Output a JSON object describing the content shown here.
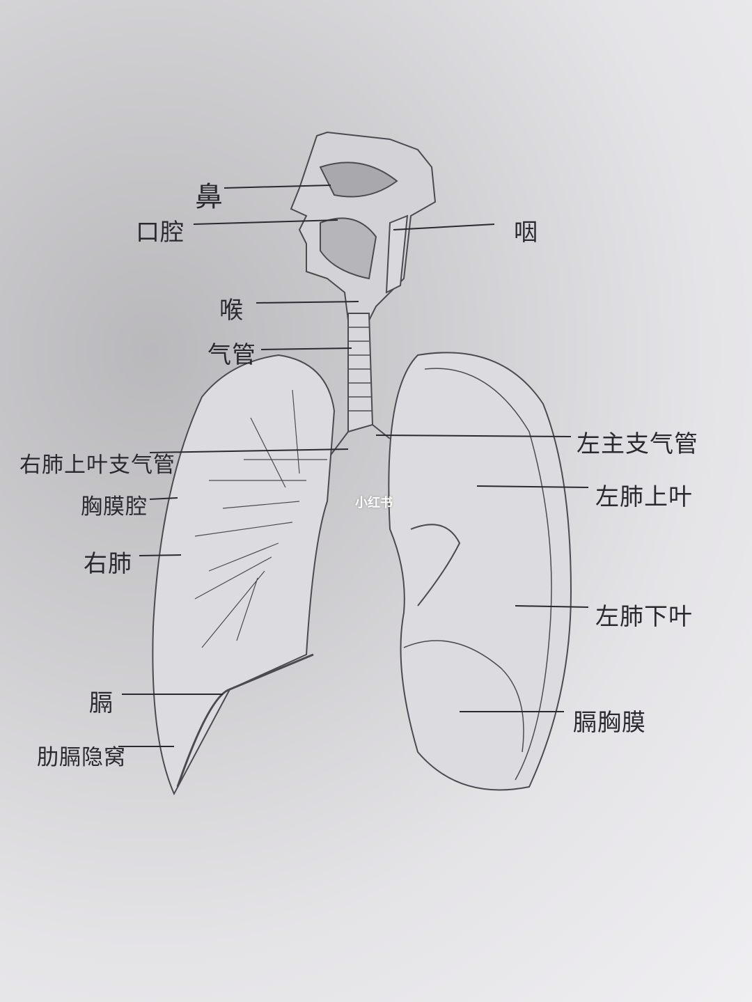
{
  "labels": {
    "nose": "鼻",
    "oral_cavity": "口腔",
    "pharynx": "咽",
    "larynx": "喉",
    "trachea": "气管",
    "left_main_bronchus": "左主支气管",
    "right_upper_lobe_bronchus": "右肺上叶支气管",
    "pleural_cavity": "胸膜腔",
    "left_upper_lobe": "左肺上叶",
    "right_lung": "右肺",
    "left_lower_lobe": "左肺下叶",
    "diaphragm": "膈",
    "diaphragmatic_pleura": "膈胸膜",
    "costodiaphragmatic_recess": "肋膈隐窝"
  },
  "watermark": "小红书",
  "colors": {
    "pencil": "#3a3a3e",
    "paper": "#e4e3e6"
  }
}
